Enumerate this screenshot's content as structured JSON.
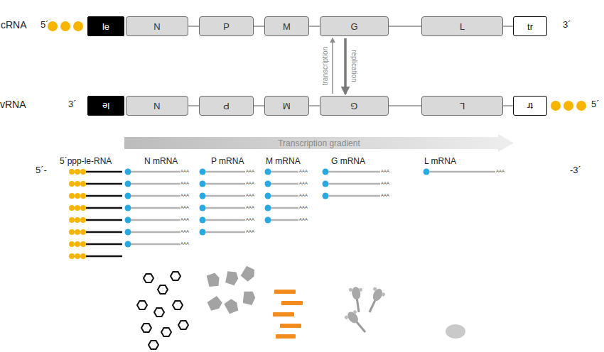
{
  "diagram": {
    "nodes": [
      {
        "text": [
          "le"
        ]
      },
      {
        "text": [
          "N"
        ]
      },
      {
        "text": [
          "P"
        ]
      },
      {
        "text": [
          "M"
        ]
      },
      {
        "text": [
          "G"
        ]
      },
      {
        "text": [
          "L"
        ]
      },
      {
        "text": [
          "tr"
        ]
      },
      {
        "text": [
          "le"
        ]
      },
      {
        "text": [
          "N"
        ]
      },
      {
        "text": [
          "P"
        ]
      },
      {
        "text": [
          "M"
        ]
      },
      {
        "text": [
          "G"
        ]
      },
      {
        "text": [
          "L"
        ]
      },
      {
        "text": [
          "tr"
        ]
      },
      {
        "text": [
          "Transcription gradient"
        ]
      }
    ],
    "edges": [
      {
        "from": 1,
        "to": 2,
        "arrow": "none"
      },
      {
        "from": 2,
        "to": 3,
        "arrow": "none"
      },
      {
        "from": 3,
        "to": 4,
        "arrow": "none"
      },
      {
        "from": 4,
        "to": 5,
        "arrow": "none"
      },
      {
        "from": 5,
        "to": 6,
        "arrow": "none"
      },
      {
        "from": 8,
        "to": 9,
        "arrow": "none"
      },
      {
        "from": 9,
        "to": 10,
        "arrow": "none"
      },
      {
        "from": 10,
        "to": 11,
        "arrow": "none"
      },
      {
        "from": 11,
        "to": 12,
        "arrow": "none"
      },
      {
        "from": 12,
        "to": 13,
        "arrow": "none"
      },
      {
        "from": 11,
        "to": 4,
        "label": "transcription",
        "arrow": "to"
      },
      {
        "from": 4,
        "to": 11,
        "label": "replication",
        "arrow": "to"
      }
    ],
    "labels": [
      "cRNA",
      "5´",
      "3´",
      "vRNA",
      "3´",
      "5´",
      "5´ppp-le-RNA",
      "N mRNA",
      "P mRNA",
      "M mRNA",
      "G mRNA",
      "L mRNA",
      "5´-",
      "-3´",
      "AAA",
      "AAA",
      "AAA",
      "AAA",
      "AAA",
      "AAA",
      "AAA",
      "AAA",
      "AAA",
      "AAA",
      "AAA",
      "AAA",
      "AAA",
      "AAA",
      "AAA",
      "AAA",
      "AAA",
      "AAA",
      "AAA",
      "AAA",
      "AAA",
      "AAA"
    ]
  }
}
